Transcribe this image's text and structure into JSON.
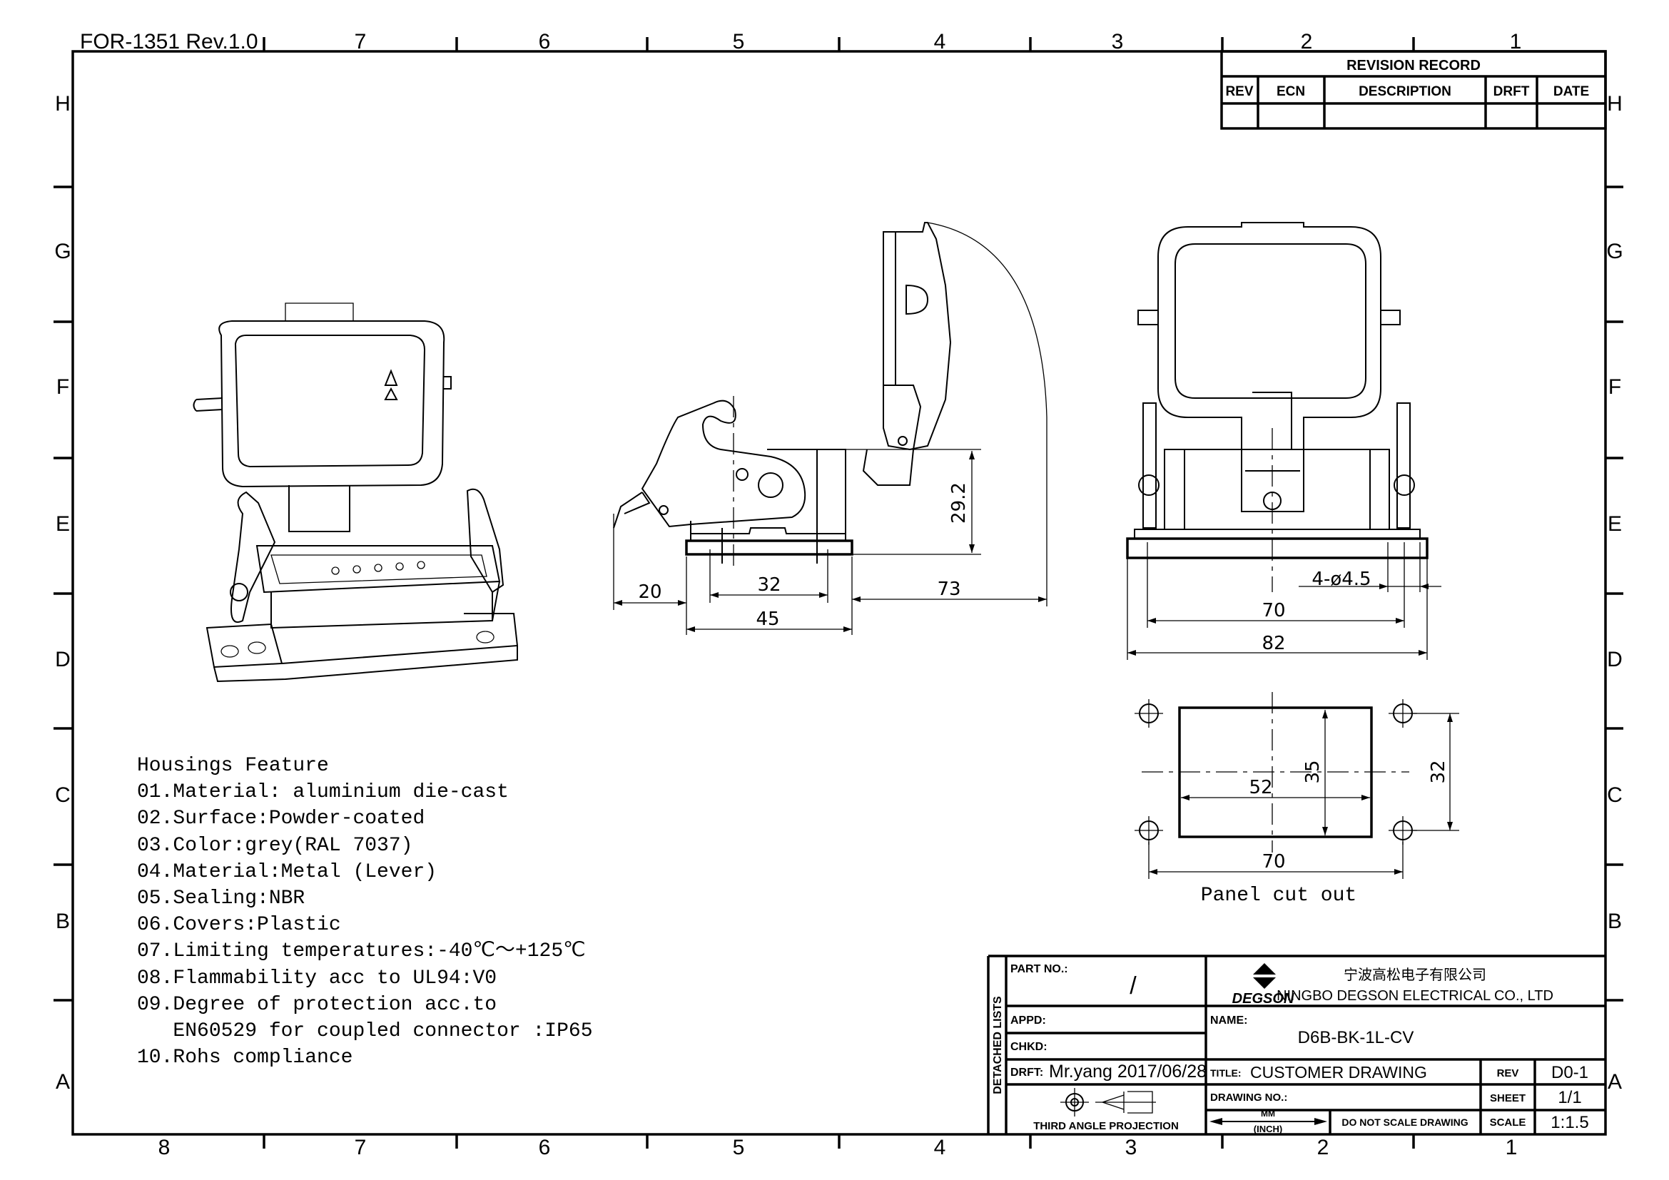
{
  "form_id": "FOR-1351 Rev.1.0",
  "zones": {
    "columns_top": [
      "7",
      "6",
      "5",
      "4",
      "3",
      "2",
      "1"
    ],
    "columns_bottom": [
      "8",
      "7",
      "6",
      "5",
      "4",
      "3",
      "2",
      "1"
    ],
    "rows": [
      "H",
      "G",
      "F",
      "E",
      "D",
      "C",
      "B",
      "A"
    ]
  },
  "revision_record": {
    "title": "REVISION RECORD",
    "headers": [
      "REV",
      "ECN",
      "DESCRIPTION",
      "DRFT",
      "DATE"
    ]
  },
  "side_view": {
    "dims": {
      "lever_overhang": "20",
      "hole_spacing": "32",
      "base_length": "45",
      "cover_reach": "73",
      "height": "29.2"
    }
  },
  "front_view": {
    "dims": {
      "holes": "4-ø4.5",
      "hole_spacing": "70",
      "base_width": "82"
    }
  },
  "panel_cutout": {
    "label": "Panel cut out",
    "dims": {
      "width": "52",
      "height": "35",
      "hole_pitch_y": "32",
      "hole_pitch_x": "70"
    }
  },
  "notes": {
    "title": "Housings Feature",
    "items": [
      "01.Material: aluminium die-cast",
      "02.Surface:Powder-coated",
      "03.Color:grey(RAL 7037)",
      "04.Material:Metal (Lever)",
      "05.Sealing:NBR",
      "06.Covers:Plastic",
      "07.Limiting temperatures:-40℃～+125℃",
      "08.Flammability acc to UL94:V0",
      "09.Degree of protection acc.to",
      "   EN60529 for coupled connector :IP65",
      "10.Rohs compliance"
    ]
  },
  "title_block": {
    "detached_lists": "DETACHED LISTS",
    "part_no_label": "PART NO.:",
    "part_no_value": "/",
    "appd_label": "APPD:",
    "chkd_label": "CHKD:",
    "drft_label": "DRFT:",
    "drft_value": "Mr.yang 2017/06/28",
    "projection_label": "THIRD ANGLE PROJECTION",
    "logo_text": "DEGSON",
    "company_cn": "宁波高松电子有限公司",
    "company_en": "NINGBO DEGSON ELECTRICAL CO., LTD",
    "name_label": "NAME:",
    "name_value": "D6B-BK-1L-CV",
    "title_label": "TITLE:",
    "title_value": "CUSTOMER DRAWING",
    "drawing_no_label": "DRAWING NO.:",
    "units_top": "MM",
    "units_bottom": "(INCH)",
    "do_not_scale": "DO NOT SCALE DRAWING",
    "rev_label": "REV",
    "rev_value": "D0-1",
    "sheet_label": "SHEET",
    "sheet_value": "1/1",
    "scale_label": "SCALE",
    "scale_value": "1:1.5"
  }
}
